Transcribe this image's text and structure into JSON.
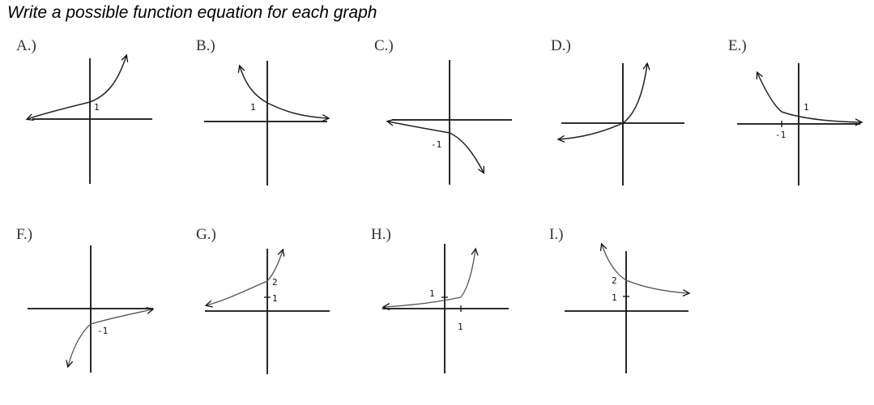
{
  "prompt": "Write a possible function equation for each graph",
  "panels": [
    {
      "label": "A.)",
      "marks": [
        "1"
      ]
    },
    {
      "label": "B.)",
      "marks": [
        "1"
      ]
    },
    {
      "label": "C.)",
      "marks": [
        "-1"
      ]
    },
    {
      "label": "D.)",
      "marks": []
    },
    {
      "label": "E.)",
      "marks": [
        "1",
        "-1"
      ]
    },
    {
      "label": "F.)",
      "marks": [
        "-1"
      ]
    },
    {
      "label": "G.)",
      "marks": [
        "2",
        "1"
      ]
    },
    {
      "label": "H.)",
      "marks": [
        "1",
        "1"
      ]
    },
    {
      "label": "I.)",
      "marks": [
        "2",
        "1"
      ]
    }
  ],
  "colors": {
    "ink": "#111111",
    "label": "#333333"
  }
}
